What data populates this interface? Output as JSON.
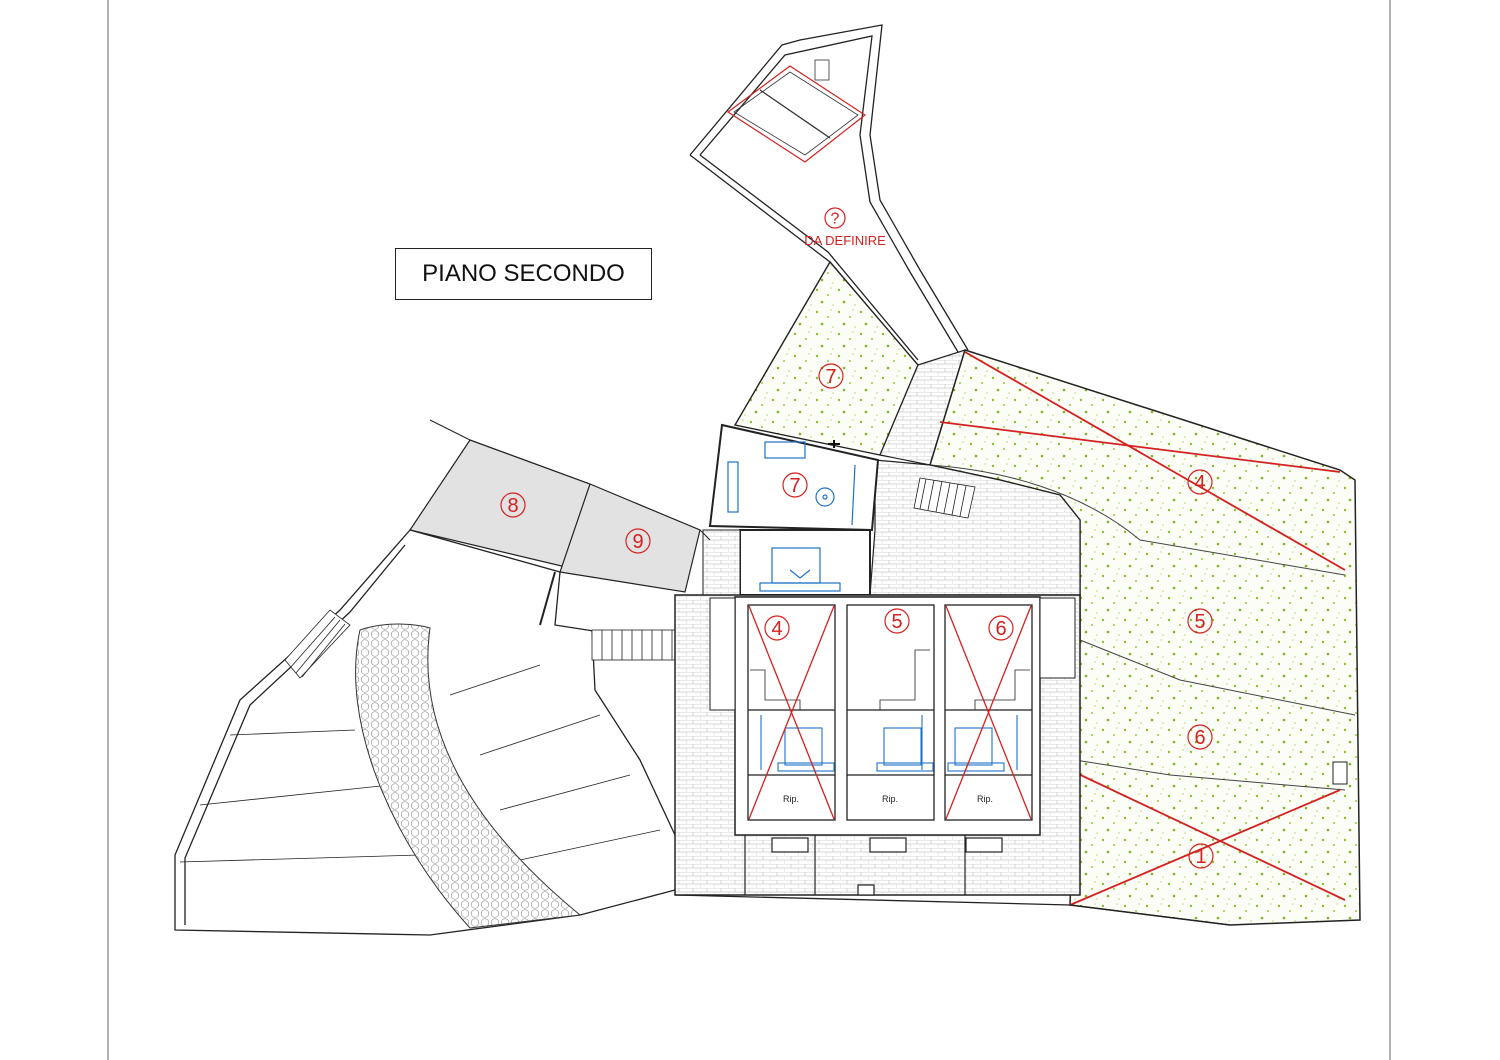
{
  "plan": {
    "title": "PIANO SECONDO",
    "undefined_area": {
      "symbol": "?",
      "label": "DA DEFINIRE"
    },
    "zones": {
      "garden_7": "7",
      "apartment_7": "7",
      "lot_8": "8",
      "lot_9": "9",
      "garden_4": "4",
      "garden_5": "5",
      "garden_6": "6",
      "garden_1": "1",
      "unit_4": "4",
      "unit_5": "5",
      "unit_6": "6"
    },
    "storage_label": "Rip."
  },
  "colors": {
    "accent_red": "#d42020",
    "furniture_blue": "#1e73c8",
    "garden_green": "#8bbf2a",
    "lot_gray": "#e2e2e2"
  }
}
